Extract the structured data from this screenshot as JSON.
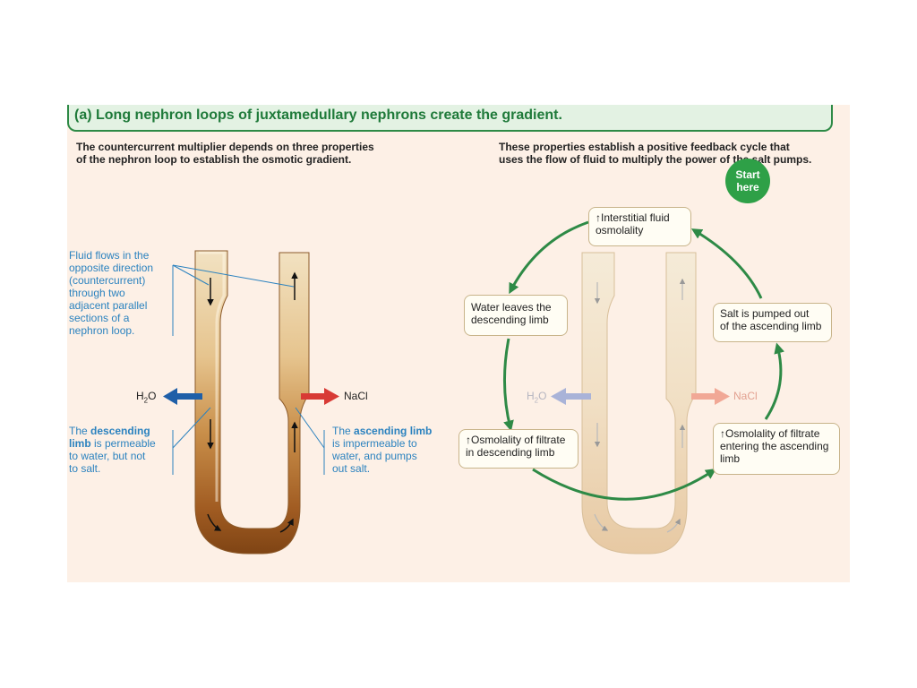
{
  "banner": {
    "title": "(a) Long nephron loops of juxtamedullary nephrons create the gradient."
  },
  "left_caption": {
    "line1": "The countercurrent multiplier depends on three properties",
    "line2": "of the nephron loop to establish the osmotic gradient."
  },
  "right_caption": {
    "line1": "These properties establish a positive feedback cycle that",
    "line2": "uses the flow of fluid to multiply the power of the salt pumps."
  },
  "left_diagram": {
    "flow_note": [
      "Fluid flows in the",
      "opposite direction",
      "(countercurrent)",
      "through two",
      "adjacent parallel",
      "sections of a",
      "nephron loop."
    ],
    "h2o": "H",
    "h2o_sub": "2",
    "h2o_end": "O",
    "nacl": "NaCl",
    "desc_note": {
      "pre": "The ",
      "bold": "descending",
      "bold2": "limb",
      "post": " is permeable",
      "line3": "to water, but not",
      "line4": "to salt."
    },
    "asc_note": {
      "pre": "The ",
      "bold": "ascending limb",
      "line2": "is impermeable to",
      "line3": "water, and pumps",
      "line4": "out salt."
    },
    "colors": {
      "h2o_arrow": "#1f5fa8",
      "nacl_arrow": "#d83a35",
      "note_text": "#2b82bf"
    }
  },
  "cycle": {
    "start_badge": {
      "line1": "Start",
      "line2": "here"
    },
    "boxes": {
      "interstitial": {
        "line1": "Interstitial fluid",
        "line2": "osmolality",
        "arrow": "↑"
      },
      "water_leaves": {
        "line1": "Water leaves the",
        "line2": "descending limb"
      },
      "salt_pumped": {
        "line1": "Salt is pumped out",
        "line2": "of the ascending limb"
      },
      "osm_descending": {
        "line1": "Osmolality of filtrate",
        "line2": "in descending limb",
        "arrow": "↑"
      },
      "osm_ascending": {
        "line1": "Osmolality of filtrate",
        "line2": "entering the ascending",
        "line3": "limb",
        "arrow": "↑"
      }
    },
    "h2o": "H",
    "h2o_sub": "2",
    "h2o_end": "O",
    "nacl": "NaCl",
    "colors": {
      "cycle_arrow": "#2e8a46",
      "badge": "#2ea047"
    }
  }
}
